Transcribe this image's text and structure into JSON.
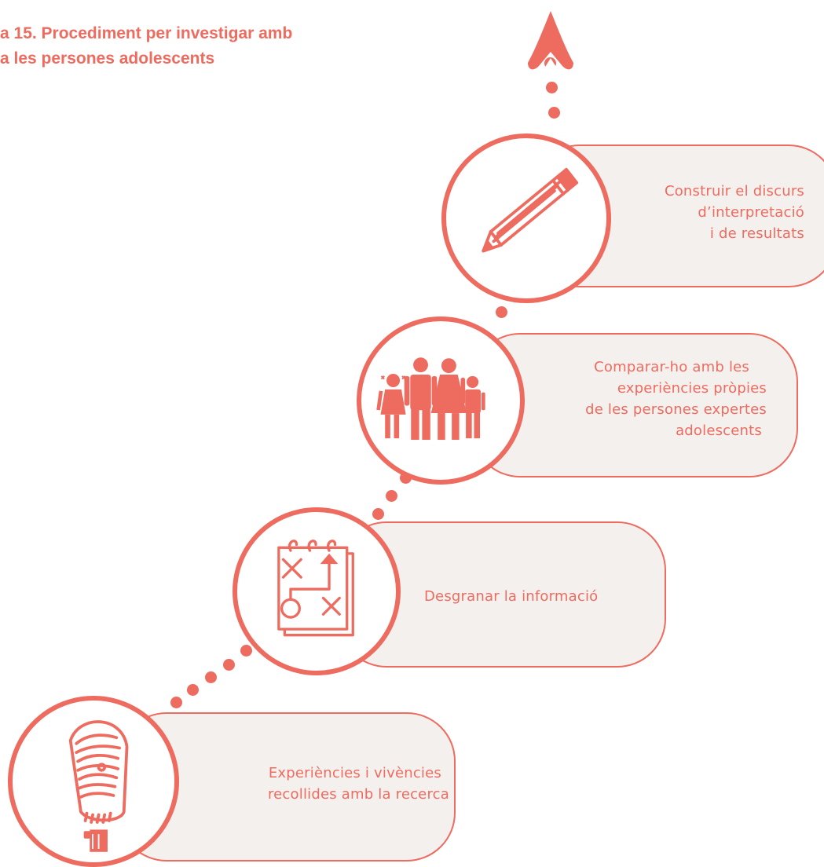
{
  "colors": {
    "accent": "#ee6b5f",
    "card_fill": "#f4f0ee",
    "background": "#ffffff"
  },
  "title": {
    "line1": "a 15. Procediment per investigar amb",
    "line2": "a les persones adolescents"
  },
  "steps": [
    {
      "icon": "microphone-icon",
      "lines": [
        "Experiències i vivències",
        "recollides amb la recerca"
      ]
    },
    {
      "icon": "strategy-plan-icon",
      "lines": [
        "Desgranar la informació"
      ]
    },
    {
      "icon": "family-icon",
      "lines": [
        "Comparar-ho amb les",
        "experiències pròpies",
        "de les persones expertes",
        "adolescents"
      ]
    },
    {
      "icon": "pencil-icon",
      "lines": [
        "Construir el discurs",
        "d’interpretació",
        "i de resultats"
      ]
    }
  ],
  "arrow_icon": "arrow-up-icon"
}
